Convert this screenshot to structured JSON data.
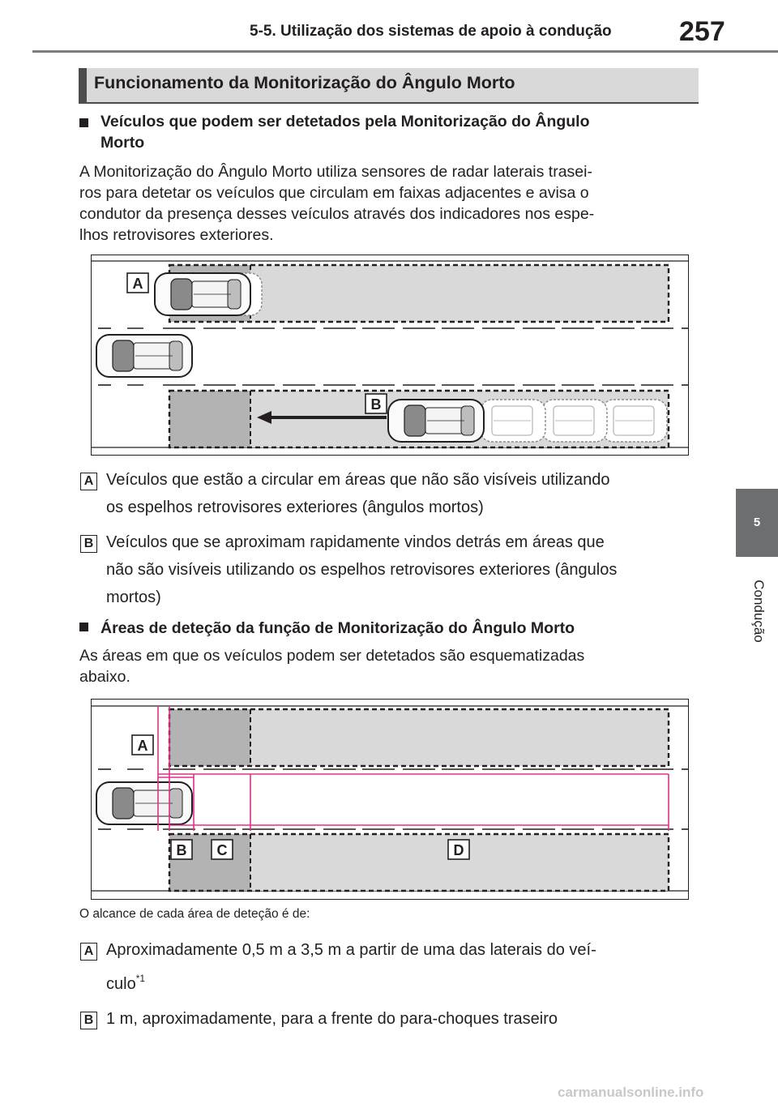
{
  "header": {
    "section_title": "5-5. Utilização dos sistemas de apoio à condução",
    "page_number": "257"
  },
  "side_tab": {
    "chapter_number": "5",
    "chapter_label": "Condução"
  },
  "section_heading": "Funcionamento da Monitorização do Ângulo Morto",
  "block1": {
    "heading_line1": "Veículos que podem ser detetados pela Monitorização do Ângulo",
    "heading_line2": "Morto",
    "body_lines": [
      "A Monitorização do Ângulo Morto utiliza sensores de radar laterais trasei-",
      "ros para detetar os veículos que circulam em faixas adjacentes e avisa o",
      "condutor da presença desses veículos através dos indicadores nos espe-",
      "lhos retrovisores exteriores."
    ]
  },
  "figure1": {
    "label_a": "A",
    "label_b": "B"
  },
  "legend1": [
    {
      "badge": "A",
      "lines": [
        "Veículos que estão a circular em áreas que não são visíveis utilizando",
        "os espelhos retrovisores exteriores (ângulos mortos)"
      ]
    },
    {
      "badge": "B",
      "lines": [
        "Veículos que se aproximam rapidamente vindos detrás em áreas que",
        "não são visíveis utilizando os espelhos retrovisores exteriores (ângulos",
        "mortos)"
      ]
    }
  ],
  "block2": {
    "heading": "Áreas de deteção da função de Monitorização do Ângulo Morto",
    "body_lines": [
      "As áreas em que os veículos podem ser detetados são esquematizadas",
      "abaixo."
    ]
  },
  "figure2": {
    "label_a": "A",
    "label_b": "B",
    "label_c": "C",
    "label_d": "D"
  },
  "range_intro": "O alcance de cada área de deteção é de:",
  "legend2": [
    {
      "badge": "A",
      "line1": "Aproximadamente 0,5 m a 3,5 m a partir de uma das laterais do veí-",
      "line2": "culo",
      "footnote": "*1"
    },
    {
      "badge": "B",
      "line1": "1 m, aproximadamente, para a frente do para-choques traseiro"
    }
  ],
  "footer_watermark": "carmanualsonline.info",
  "colors": {
    "accent_bar": "#4d4d4d",
    "zone_fill": "#d9d9d9",
    "zone_dark": "#b3b3b3",
    "range_lines": "#e0308a",
    "side_tab": "#6d6e70"
  }
}
